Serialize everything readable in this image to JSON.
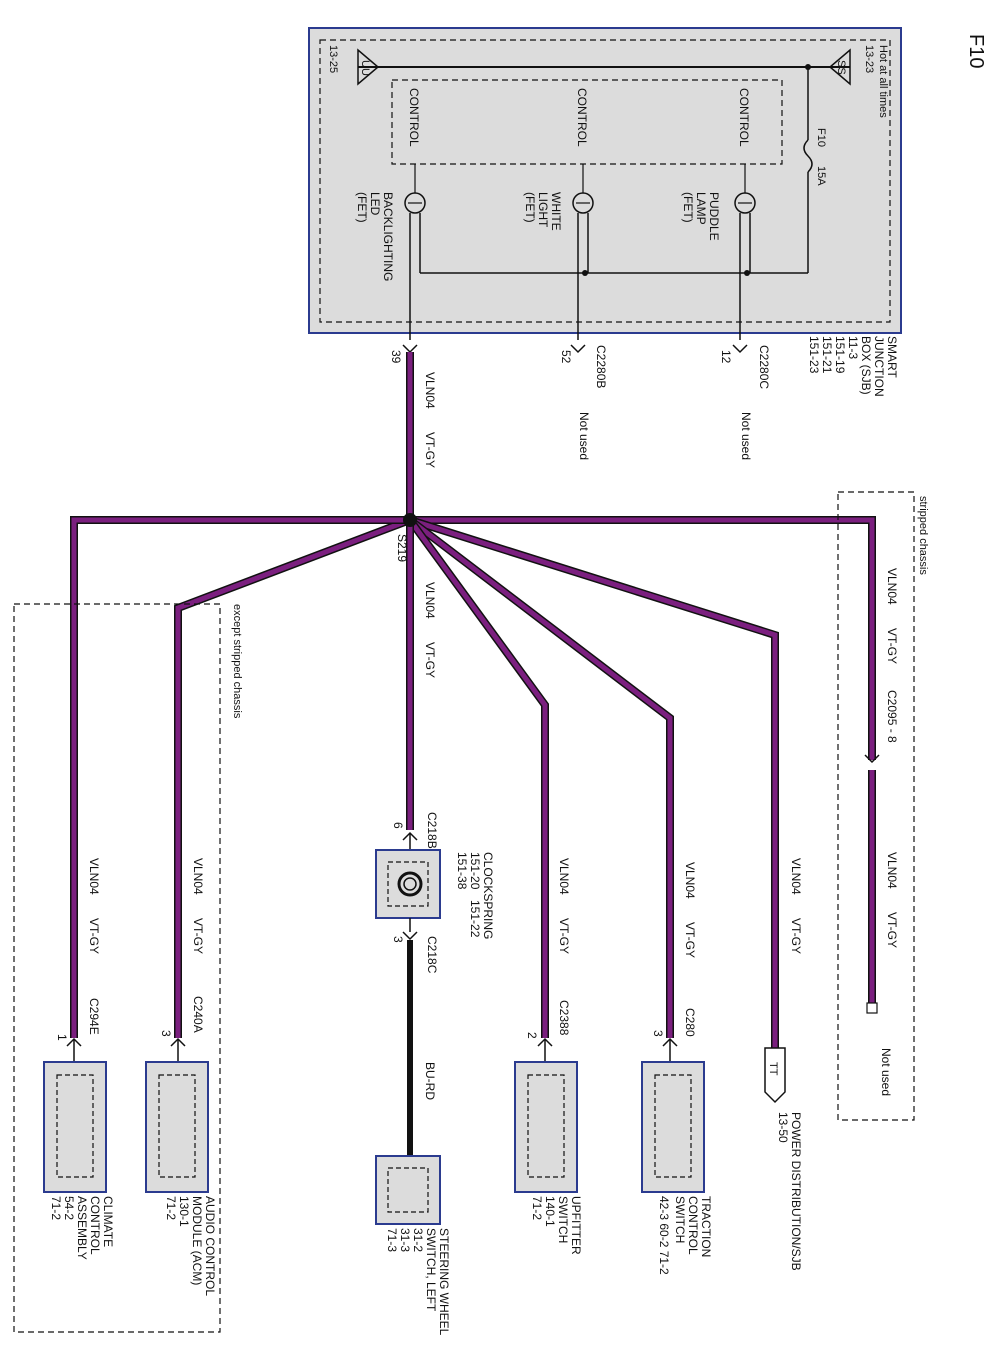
{
  "diagram": {
    "title": "F10",
    "sjb": {
      "name_lines": [
        "SMART",
        "JUNCTION",
        "BOX (SJB)",
        "11-3",
        "151-19",
        "151-21",
        "151-23"
      ],
      "hot_label": "Hot at all times",
      "ref_13_23": "13-23",
      "ref_13_25": "13-25",
      "tag_ss": "SS",
      "tag_uu": "UU",
      "fuse_label": "F10",
      "fuse_rating": "15A",
      "control1": "CONTROL",
      "control2": "CONTROL",
      "control3": "CONTROL",
      "fet_puddle": [
        "PUDDLE",
        "LAMP",
        "(FET)"
      ],
      "fet_white": [
        "WHITE",
        "LIGHT",
        "(FET)"
      ],
      "fet_backlight": [
        "BACKLIGHTING",
        "LED",
        "(FET)"
      ]
    },
    "connectors": {
      "c2280c": "C2280C",
      "c2280c_pin": "12",
      "c2280b": "C2280B",
      "c2280b_pin": "52",
      "sjb_pin": "39",
      "not_used_1": "Not used",
      "not_used_2": "Not used",
      "not_used_3": "Not used",
      "c2095": "C2095 - 8",
      "c218b": "C218B",
      "c218b_pin": "6",
      "c218c": "C218C",
      "c218c_pin": "3",
      "c2388": "C2388",
      "c2388_pin": "2",
      "c280": "C280",
      "c280_pin": "3",
      "c240a": "C240A",
      "c240a_pin": "3",
      "c294e": "C294E",
      "c294e_pin": "1",
      "tt": "TT"
    },
    "splice": "S219",
    "wire_main": "VLN04",
    "wire_color": "VT-GY",
    "wire_bu": "BU-RD",
    "stripped": "stripped chassis",
    "except_stripped": "except stripped chassis",
    "components": {
      "clockspring": [
        "CLOCKSPRING",
        "151-20",
        "151-22",
        "151-38"
      ],
      "power_dist": [
        "POWER DISTRIBUTION/SJB",
        "13-50"
      ],
      "traction": [
        "TRACTION",
        "CONTROL",
        "SWITCH",
        "42-3  60-2  71-2"
      ],
      "upfitter": [
        "UPFITTER",
        "SWITCH",
        "140-1",
        "71-2"
      ],
      "steering": [
        "STEERING WHEEL",
        "SWITCH, LEFT",
        "31-2",
        "31-3",
        "71-3"
      ],
      "audio": [
        "AUDIO CONTROL",
        "MODULE (ACM)",
        "130-1",
        "71-2"
      ],
      "climate": [
        "CLIMATE",
        "CONTROL",
        "ASSEMBLY",
        "54-2",
        "71-2"
      ]
    },
    "colors": {
      "violet": "#7b1f7f",
      "dark": "#111111",
      "box_fill": "#dcdcdc",
      "blue": "#2b3b8f"
    }
  }
}
